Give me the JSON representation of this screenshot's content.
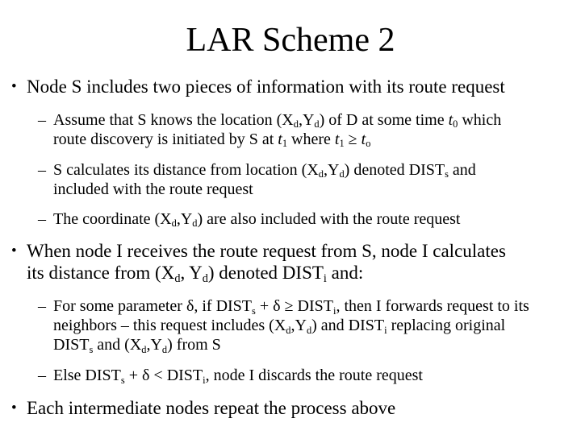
{
  "title": "LAR Scheme 2",
  "colors": {
    "background": "#ffffff",
    "text": "#000000"
  },
  "markers": {
    "bullet": "•",
    "dash": "–"
  },
  "paragraphs": [
    {
      "level": 1,
      "segments": [
        {
          "t": "Node S includes two pieces of information with its route request"
        }
      ]
    },
    {
      "level": 2,
      "segments": [
        {
          "t": "Assume that S knows the location (X"
        },
        {
          "t": "d",
          "sub": true
        },
        {
          "t": ",Y"
        },
        {
          "t": "d",
          "sub": true
        },
        {
          "t": ") of D at some time "
        },
        {
          "t": "t",
          "i": true
        },
        {
          "t": "0",
          "sub": true
        },
        {
          "t": " which"
        },
        {
          "br": true
        },
        {
          "t": "route discovery is initiated by S at "
        },
        {
          "t": "t",
          "i": true
        },
        {
          "t": "1",
          "sub": true
        },
        {
          "t": " where "
        },
        {
          "t": "t",
          "i": true
        },
        {
          "t": "1",
          "sub": true
        },
        {
          "t": " ≥ "
        },
        {
          "t": "t",
          "i": true
        },
        {
          "t": "o",
          "sub": true
        }
      ]
    },
    {
      "level": 2,
      "segments": [
        {
          "t": "S calculates its distance from location (X"
        },
        {
          "t": "d",
          "sub": true
        },
        {
          "t": ",Y"
        },
        {
          "t": "d",
          "sub": true
        },
        {
          "t": ") denoted DIST"
        },
        {
          "t": "s",
          "sub": true
        },
        {
          "t": " and"
        },
        {
          "br": true
        },
        {
          "t": "included with the route request"
        }
      ]
    },
    {
      "level": 2,
      "segments": [
        {
          "t": "The coordinate (X"
        },
        {
          "t": "d",
          "sub": true
        },
        {
          "t": ",Y"
        },
        {
          "t": "d",
          "sub": true
        },
        {
          "t": ") are also included with the route request"
        }
      ]
    },
    {
      "level": 1,
      "segments": [
        {
          "t": "When node I receives the route request from S, node I calculates"
        },
        {
          "br": true
        },
        {
          "t": "its distance from (X"
        },
        {
          "t": "d",
          "sub": true
        },
        {
          "t": ", Y"
        },
        {
          "t": "d",
          "sub": true
        },
        {
          "t": ") denoted DIST"
        },
        {
          "t": "i",
          "sub": true
        },
        {
          "t": " and:"
        }
      ]
    },
    {
      "level": 2,
      "segments": [
        {
          "t": "For some parameter δ, if DIST"
        },
        {
          "t": "s",
          "sub": true
        },
        {
          "t": " + δ ≥ DIST"
        },
        {
          "t": "i",
          "sub": true
        },
        {
          "t": ", then I forwards request to its"
        },
        {
          "br": true
        },
        {
          "t": "neighbors – this request includes (X"
        },
        {
          "t": "d",
          "sub": true
        },
        {
          "t": ",Y"
        },
        {
          "t": "d",
          "sub": true
        },
        {
          "t": ") and DIST"
        },
        {
          "t": "i",
          "sub": true
        },
        {
          "t": " replacing original"
        },
        {
          "br": true
        },
        {
          "t": "DIST"
        },
        {
          "t": "s",
          "sub": true
        },
        {
          "t": " and (X"
        },
        {
          "t": "d",
          "sub": true
        },
        {
          "t": ",Y"
        },
        {
          "t": "d",
          "sub": true
        },
        {
          "t": ") from S"
        }
      ]
    },
    {
      "level": 2,
      "segments": [
        {
          "t": "Else DIST"
        },
        {
          "t": "s",
          "sub": true
        },
        {
          "t": " + δ < DIST"
        },
        {
          "t": "i",
          "sub": true
        },
        {
          "t": ", node I discards the route request"
        }
      ]
    },
    {
      "level": 1,
      "segments": [
        {
          "t": "Each intermediate nodes repeat the process above"
        }
      ]
    }
  ]
}
